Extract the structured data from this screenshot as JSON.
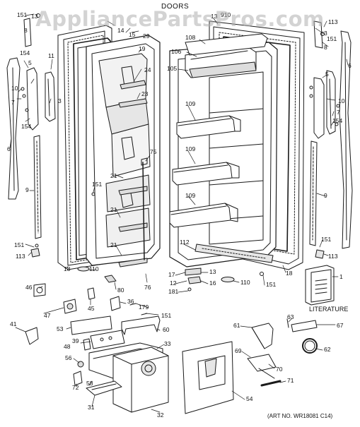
{
  "title": "DOORS",
  "watermark": "AppliancePartsPros.com",
  "literature_label": "LITERATURE",
  "art_number": "(ART NO. WR18081 C14)",
  "callouts": [
    {
      "id": "c-151-tl",
      "text": "151"
    },
    {
      "id": "c-13-tl",
      "text": "13"
    },
    {
      "id": "c-8-l",
      "text": "8"
    },
    {
      "id": "c-14",
      "text": "14"
    },
    {
      "id": "c-15",
      "text": "15"
    },
    {
      "id": "c-29",
      "text": "29"
    },
    {
      "id": "c-19",
      "text": "19"
    },
    {
      "id": "c-11",
      "text": "11"
    },
    {
      "id": "c-154-l",
      "text": "154"
    },
    {
      "id": "c-5-l",
      "text": "5"
    },
    {
      "id": "c-3-l",
      "text": "3"
    },
    {
      "id": "c-10-l",
      "text": "10"
    },
    {
      "id": "c-7-l",
      "text": "7"
    },
    {
      "id": "c-154-l2",
      "text": "154"
    },
    {
      "id": "c-6-l",
      "text": "6"
    },
    {
      "id": "c-24",
      "text": "24"
    },
    {
      "id": "c-23",
      "text": "23"
    },
    {
      "id": "c-75",
      "text": "75"
    },
    {
      "id": "c-21a",
      "text": "21"
    },
    {
      "id": "c-151-ml",
      "text": "151"
    },
    {
      "id": "c-21b",
      "text": "21"
    },
    {
      "id": "c-21c",
      "text": "21"
    },
    {
      "id": "c-9-l",
      "text": "9"
    },
    {
      "id": "c-151-bl",
      "text": "151"
    },
    {
      "id": "c-113-l",
      "text": "113"
    },
    {
      "id": "c-18-l",
      "text": "18"
    },
    {
      "id": "c-110-l",
      "text": "110"
    },
    {
      "id": "c-80",
      "text": "80"
    },
    {
      "id": "c-76",
      "text": "76"
    },
    {
      "id": "c-13-tc",
      "text": "13"
    },
    {
      "id": "c-910",
      "text": "910"
    },
    {
      "id": "c-108",
      "text": "108"
    },
    {
      "id": "c-106",
      "text": "106"
    },
    {
      "id": "c-105",
      "text": "105"
    },
    {
      "id": "c-109a",
      "text": "109"
    },
    {
      "id": "c-109b",
      "text": "109"
    },
    {
      "id": "c-109c",
      "text": "109"
    },
    {
      "id": "c-112",
      "text": "112"
    },
    {
      "id": "c-113-tr",
      "text": "113"
    },
    {
      "id": "c-3-r",
      "text": "3"
    },
    {
      "id": "c-8-r",
      "text": "8"
    },
    {
      "id": "c-151-tr",
      "text": "151"
    },
    {
      "id": "c-6-r",
      "text": "6"
    },
    {
      "id": "c-5-r",
      "text": "5"
    },
    {
      "id": "c-10-r",
      "text": "10"
    },
    {
      "id": "c-7-r",
      "text": "7"
    },
    {
      "id": "c-154-r",
      "text": "154"
    },
    {
      "id": "c-9-r",
      "text": "9"
    },
    {
      "id": "c-151-br",
      "text": "151"
    },
    {
      "id": "c-113-br",
      "text": "113"
    },
    {
      "id": "c-18-r",
      "text": "18"
    },
    {
      "id": "c-1",
      "text": "1"
    },
    {
      "id": "c-17",
      "text": "17"
    },
    {
      "id": "c-13-b",
      "text": "13"
    },
    {
      "id": "c-12",
      "text": "12"
    },
    {
      "id": "c-16",
      "text": "16"
    },
    {
      "id": "c-181",
      "text": "181"
    },
    {
      "id": "c-110-r",
      "text": "110"
    },
    {
      "id": "c-151-bc",
      "text": "151"
    },
    {
      "id": "c-46",
      "text": "46"
    },
    {
      "id": "c-45",
      "text": "45"
    },
    {
      "id": "c-36",
      "text": "36"
    },
    {
      "id": "c-179",
      "text": "179"
    },
    {
      "id": "c-151-b2",
      "text": "151"
    },
    {
      "id": "c-47",
      "text": "47"
    },
    {
      "id": "c-41",
      "text": "41"
    },
    {
      "id": "c-53",
      "text": "53"
    },
    {
      "id": "c-60",
      "text": "60"
    },
    {
      "id": "c-39",
      "text": "39"
    },
    {
      "id": "c-48",
      "text": "48"
    },
    {
      "id": "c-33",
      "text": "33"
    },
    {
      "id": "c-56",
      "text": "56"
    },
    {
      "id": "c-58",
      "text": "58"
    },
    {
      "id": "c-72",
      "text": "72"
    },
    {
      "id": "c-31",
      "text": "31"
    },
    {
      "id": "c-32",
      "text": "32"
    },
    {
      "id": "c-61",
      "text": "61"
    },
    {
      "id": "c-63",
      "text": "63"
    },
    {
      "id": "c-67",
      "text": "67"
    },
    {
      "id": "c-62",
      "text": "62"
    },
    {
      "id": "c-69",
      "text": "69"
    },
    {
      "id": "c-70",
      "text": "70"
    },
    {
      "id": "c-71",
      "text": "71"
    },
    {
      "id": "c-54",
      "text": "54"
    }
  ]
}
